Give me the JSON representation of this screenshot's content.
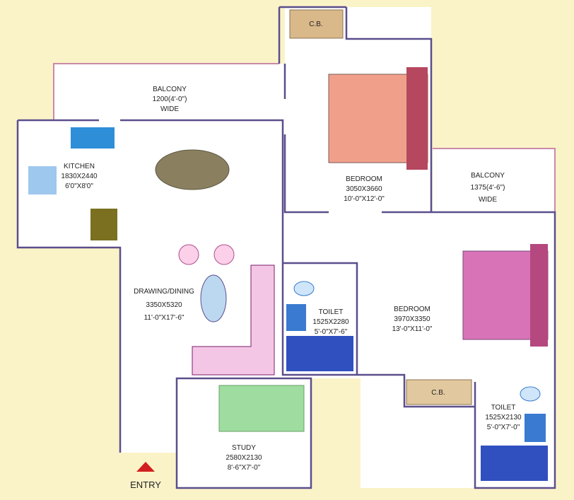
{
  "rooms": {
    "balcony_top": {
      "name": "BALCONY",
      "size": "1200(4'-0\")",
      "note": "WIDE"
    },
    "cb_top": {
      "name": "C.B."
    },
    "bedroom_top": {
      "name": "BEDROOM",
      "metric": "3050X3660",
      "imperial": "10'-0\"X12'-0\""
    },
    "balcony_right": {
      "name": "BALCONY",
      "size": "1375(4'-6\")",
      "note": "WIDE"
    },
    "kitchen": {
      "name": "KITCHEN",
      "metric": "1830X2440",
      "imperial": "6'0\"X8'0\""
    },
    "drawing_dining": {
      "name": "DRAWING/DINING",
      "metric": "3350X5320",
      "imperial": "11'-0\"X17'-6\""
    },
    "toilet_mid": {
      "name": "TOILET",
      "metric": "1525X2280",
      "imperial": "5'-0\"X7'-6\""
    },
    "bedroom_right": {
      "name": "BEDROOM",
      "metric": "3970X3350",
      "imperial": "13'-0\"X11'-0\""
    },
    "cb_bottom": {
      "name": "C.B."
    },
    "toilet_br": {
      "name": "TOILET",
      "metric": "1525X2130",
      "imperial": "5'-0\"X7'-0\""
    },
    "study": {
      "name": "STUDY",
      "metric": "2580X2130",
      "imperial": "8'-6\"X7'-0\""
    }
  },
  "entry": {
    "label": "ENTRY"
  },
  "colors": {
    "background": "#fbf3c8",
    "wall": "#5b4e8c",
    "entry_arrow": "#d21f1f"
  }
}
